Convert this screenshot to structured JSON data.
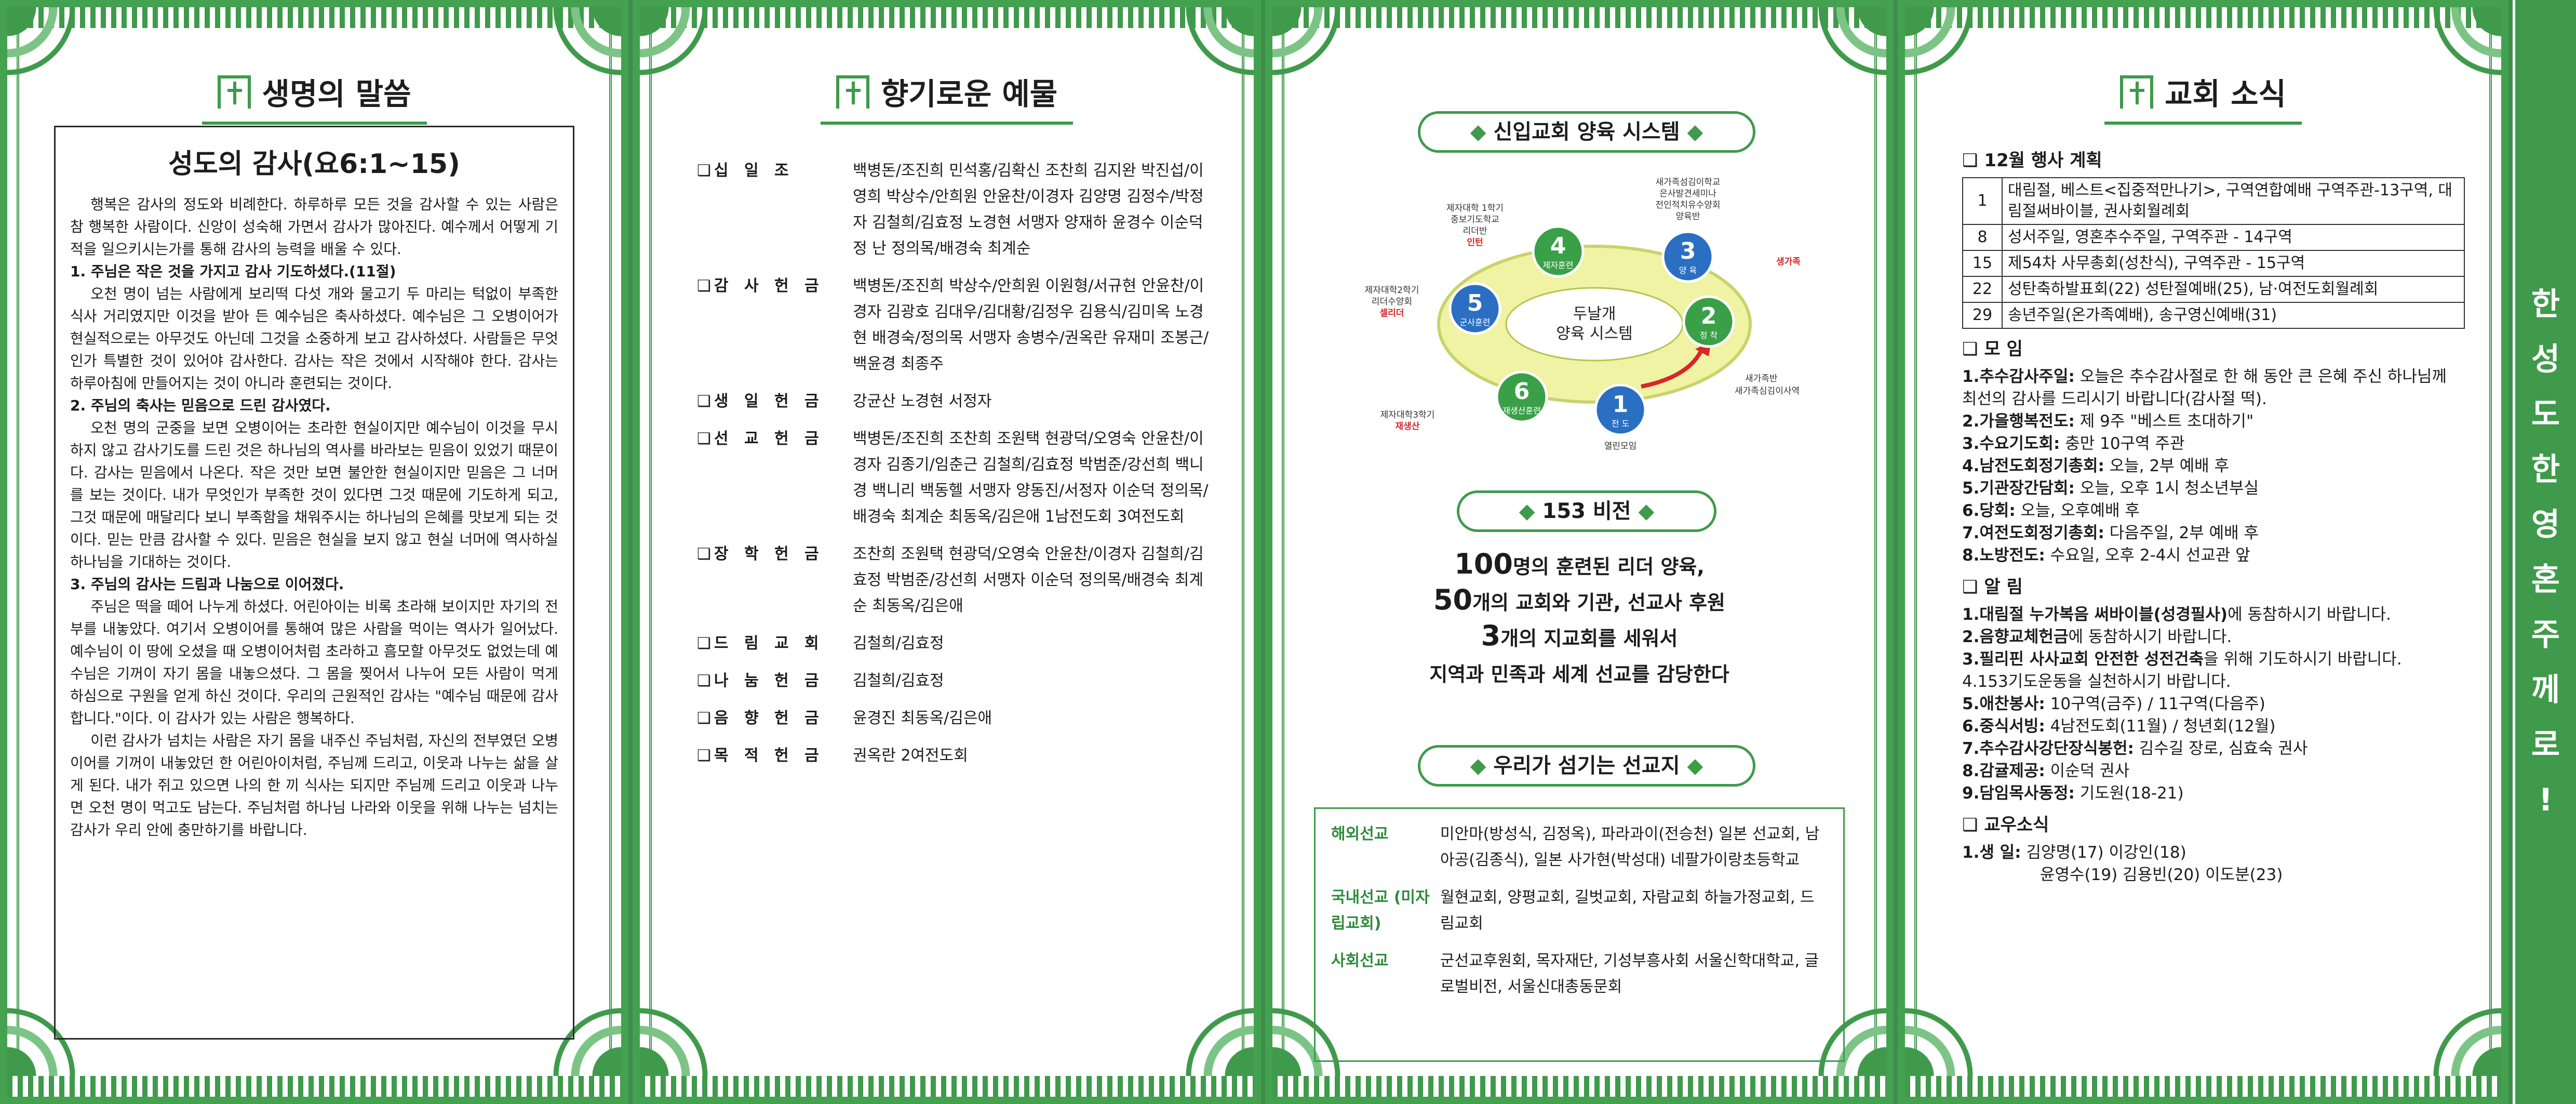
{
  "panel1": {
    "title": "생명의 말씀",
    "sermon_title": "성도의 감사(요6:1~15)",
    "paragraphs": [
      {
        "type": "p",
        "text": "행복은 감사의 정도와 비례한다. 하루하루 모든 것을 감사할 수 있는 사람은 참 행복한 사람이다. 신앙이 성숙해 가면서 감사가 많아진다. 예수께서 어떻게 기적을 일으키시는가를 통해 감사의 능력을 배울 수 있다."
      },
      {
        "type": "h",
        "text": "1. 주님은 작은 것을 가지고 감사 기도하셨다.(11절)"
      },
      {
        "type": "p",
        "text": "오천 명이 넘는 사람에게 보리떡 다섯 개와 물고기 두 마리는 턱없이 부족한 식사 거리였지만 이것을 받아 든 예수님은 축사하셨다. 예수님은 그 오병이어가 현실적으로는 아무것도 아닌데 그것을 소중하게 보고 감사하셨다. 사람들은 무엇인가 특별한 것이 있어야 감사한다. 감사는 작은 것에서 시작해야 한다. 감사는 하루아침에 만들어지는 것이 아니라 훈련되는 것이다."
      },
      {
        "type": "h",
        "text": "2. 주님의 축사는 믿음으로 드린 감사였다."
      },
      {
        "type": "p",
        "text": "오천 명의 군중을 보면 오병이어는 초라한 현실이지만 예수님이 이것을 무시하지 않고 감사기도를 드린 것은 하나님의 역사를 바라보는 믿음이 있었기 때문이다. 감사는 믿음에서 나온다. 작은 것만 보면 불안한 현실이지만 믿음은 그 너머를 보는 것이다. 내가 무엇인가 부족한 것이 있다면 그것 때문에 기도하게 되고, 그것 때문에 매달리다 보니 부족함을 채워주시는 하나님의 은혜를 맛보게 되는 것이다. 믿는 만큼 감사할 수 있다. 믿음은 현실을 보지 않고 현실 너머에 역사하실 하나님을 기대하는 것이다."
      },
      {
        "type": "h",
        "text": "3. 주님의 감사는 드림과 나눔으로 이어졌다."
      },
      {
        "type": "p",
        "text": "주님은 떡을 떼어 나누게 하셨다. 어린아이는 비록 초라해 보이지만 자기의 전부를 내놓았다. 여기서 오병이어를 통해여 많은 사람을 먹이는 역사가 일어났다. 예수님이 이 땅에 오셨을 때 오병이어처럼 초라하고 흠모할 아무것도 없었는데 예수님은 기꺼이 자기 몸을 내놓으셨다. 그 몸을 찢어서 나누어 모든 사람이 먹게 하심으로 구원을 얻게 하신 것이다. 우리의 근원적인 감사는 \"예수님 때문에 감사합니다.\"이다. 이 감사가 있는 사람은 행복하다."
      },
      {
        "type": "p",
        "text": "이런 감사가 넘치는 사람은 자기 몸을 내주신 주님처럼, 자신의 전부였던 오병이어를 기꺼이 내놓았던 한 어린아이처럼, 주님께 드리고, 이웃과 나누는 삶을 살게 된다. 내가 쥐고 있으면 나의 한 끼 식사는 되지만 주님께 드리고 이웃과 나누면 오천 명이 먹고도 남는다. 주님처럼 하나님 나라와 이웃을 위해 나누는 넘치는 감사가 우리 안에 충만하기를 바랍니다."
      }
    ]
  },
  "panel2": {
    "title": "향기로운 예물",
    "offerings": [
      {
        "label": "십 일 조",
        "names": "백병돈/조진희 민석홍/김확신 조찬희 김지완 박진섭/이영희 박상수/안희원 안윤찬/이경자 김양명 김정수/박정자 김철희/김효정 노경현 서맹자 양재하 윤경수 이순덕 정 난 정의목/배경숙 최계순"
      },
      {
        "label": "감 사 헌 금",
        "names": "백병돈/조진희 박상수/안희원 이원형/서규현 안윤찬/이경자 김광호 김대우/김대황/김정우 김용식/김미옥 노경현 배경숙/정의목 서맹자 송병수/권옥란 유재미 조봉근/백윤경 최종주"
      },
      {
        "label": "생 일 헌 금",
        "names": "강균산 노경현 서정자"
      },
      {
        "label": "선 교 헌 금",
        "names": "백병돈/조진희 조찬희 조원택 현광덕/오영숙 안윤찬/이경자 김종기/임춘근 김철희/김효정 박범준/강선희 백니경 백니리 백동헬 서맹자 양동진/서정자 이순덕 정의목/배경숙 최계순 최동옥/김은애 1남전도회 3여전도회"
      },
      {
        "label": "장 학 헌 금",
        "names": "조찬희 조원택 현광덕/오영숙 안윤찬/이경자 김철희/김효정 박범준/강선희 서맹자 이순덕 정의목/배경숙 최계순 최동옥/김은애"
      },
      {
        "label": "드 림 교 회",
        "names": "김철희/김효정"
      },
      {
        "label": "나 눔 헌 금",
        "names": "김철희/김효정"
      },
      {
        "label": "음 향 헌 금",
        "names": "윤경진 최동옥/김은애"
      },
      {
        "label": "목 적 헌 금",
        "names": "권옥란 2여전도회"
      }
    ]
  },
  "panel3": {
    "system_title": "신입교회 양육 시스템",
    "center_label1": "두날개",
    "center_label2": "양육 시스템",
    "nodes": [
      {
        "num": "1",
        "label": "전 도",
        "color": "#2a6fc2"
      },
      {
        "num": "2",
        "label": "정 착",
        "color": "#3aa048"
      },
      {
        "num": "3",
        "label": "양 육",
        "color": "#2a6fc2"
      },
      {
        "num": "4",
        "label": "제자훈련",
        "color": "#3aa048"
      },
      {
        "num": "5",
        "label": "군사훈련",
        "color": "#2a6fc2"
      },
      {
        "num": "6",
        "label": "재생산훈련",
        "color": "#3aa048"
      }
    ],
    "annotations": {
      "n1_below": "열린모임",
      "n2_red": "생가족",
      "n2_below1": "새가족반",
      "n2_below2": "새가족심김이사역",
      "n3_above1": "새가족섬김이학교",
      "n3_above2": "은사발견세미나",
      "n3_above3": "전인적치유수양회",
      "n3_above4": "양육반",
      "n4_left1": "제자대학 1학기",
      "n4_left2": "중보기도학교",
      "n4_left3": "리더반",
      "n4_left_red": "인턴",
      "n5_left1": "제자대학2학기",
      "n5_left2": "리더수양회",
      "n5_left_red": "셀리더",
      "n6_left1": "제자대학3학기",
      "n6_left_red": "재생산"
    },
    "vision_title": "153 비전",
    "vision_lines": [
      {
        "big": "100",
        "rest": "명의 훈련된 리더 양육,"
      },
      {
        "big": "50",
        "rest": "개의 교회와 기관, 선교사 후원"
      },
      {
        "big": "3",
        "rest": "개의 지교회를 세워서"
      },
      {
        "big": "",
        "rest": "지역과 민족과 세계 선교를 감당한다"
      }
    ],
    "mission_title": "우리가 섬기는 선교지",
    "missions": [
      {
        "label": "해외선교",
        "text": "미안마(방성식, 김정옥), 파라과이(전승천) 일본 선교회, 남아공(김종식), 일본 사가현(박성대) 네팔가이랑초등학교"
      },
      {
        "label": "국내선교 (미자립교회)",
        "text": "월현교회, 양평교회, 길벗교회, 자람교회 하늘가정교회, 드림교회"
      },
      {
        "label": "사회선교",
        "text": "군선교후원회, 목자재단, 기성부흥사회 서울신학대학교, 글로벌비전, 서울신대총동문회"
      }
    ]
  },
  "panel4": {
    "title": "교회 소식",
    "events_title": "12월 행사 계획",
    "events": [
      {
        "day": "1",
        "text": "대림절, 베스트<집중적만나기>, 구역연합예배 구역주관-13구역, 대림절써바이블, 권사회월례회"
      },
      {
        "day": "8",
        "text": "성서주일, 영혼추수주일, 구역주관 - 14구역"
      },
      {
        "day": "15",
        "text": "제54차 사무총회(성찬식), 구역주관 - 15구역"
      },
      {
        "day": "22",
        "text": "성탄축하발표회(22) 성탄절예배(25), 남·여전도회월례회"
      },
      {
        "day": "29",
        "text": "송년주일(온가족예배), 송구영신예배(31)"
      }
    ],
    "meetings_title": "모 임",
    "meetings": [
      {
        "b": "1.추수감사주일:",
        "t": " 오늘은 추수감사절로 한 해 동안 큰 은혜 주신 하나님께 최선의 감사를 드리시기 바랍니다(감사절 떡)."
      },
      {
        "b": "2.가을행복전도:",
        "t": " 제 9주 \"베스트 초대하기\""
      },
      {
        "b": "3.수요기도회:",
        "t": " 충만 10구역 주관"
      },
      {
        "b": "4.남전도회정기총회:",
        "t": " 오늘, 2부 예배 후"
      },
      {
        "b": "5.기관장간담회:",
        "t": " 오늘, 오후 1시 청소년부실"
      },
      {
        "b": "6.당회:",
        "t": " 오늘, 오후예배 후"
      },
      {
        "b": "7.여전도회정기총회:",
        "t": " 다음주일, 2부 예배 후"
      },
      {
        "b": "8.노방전도:",
        "t": " 수요일, 오후 2-4시 선교관 앞"
      }
    ],
    "notices_title": "알 림",
    "notices": [
      {
        "b": "1.대림절 누가복음 써바이블(성경필사)",
        "t": "에 동참하시기 바랍니다."
      },
      {
        "b": "2.음향교체헌금",
        "t": "에 동참하시기 바랍니다."
      },
      {
        "b": "3.필리핀 사사교회 안전한 성전건축",
        "t": "을 위해 기도하시기 바랍니다."
      },
      {
        "b": "",
        "t": "4.153기도운동을 실천하시기 바랍니다."
      },
      {
        "b": "5.애찬봉사:",
        "t": " 10구역(금주) / 11구역(다음주)"
      },
      {
        "b": "6.중식서빙:",
        "t": " 4남전도회(11월) / 청년회(12월)"
      },
      {
        "b": "7.추수감사강단장식봉헌:",
        "t": " 김수길 장로, 심효숙 권사"
      },
      {
        "b": "8.감귤제공:",
        "t": " 이순덕 권사"
      },
      {
        "b": "9.담임목사동정:",
        "t": " 기도원(18-21)"
      }
    ],
    "members_title": "교우소식",
    "birthday_label": "1.생 일:",
    "birthday_line1": "김양명(17) 이강인(18)",
    "birthday_line2": "윤영수(19) 김용빈(20) 이도분(23)"
  },
  "strip": {
    "chars": [
      "한",
      "성",
      "도",
      "한",
      "영",
      "혼",
      "주",
      "께",
      "로",
      "!"
    ]
  }
}
